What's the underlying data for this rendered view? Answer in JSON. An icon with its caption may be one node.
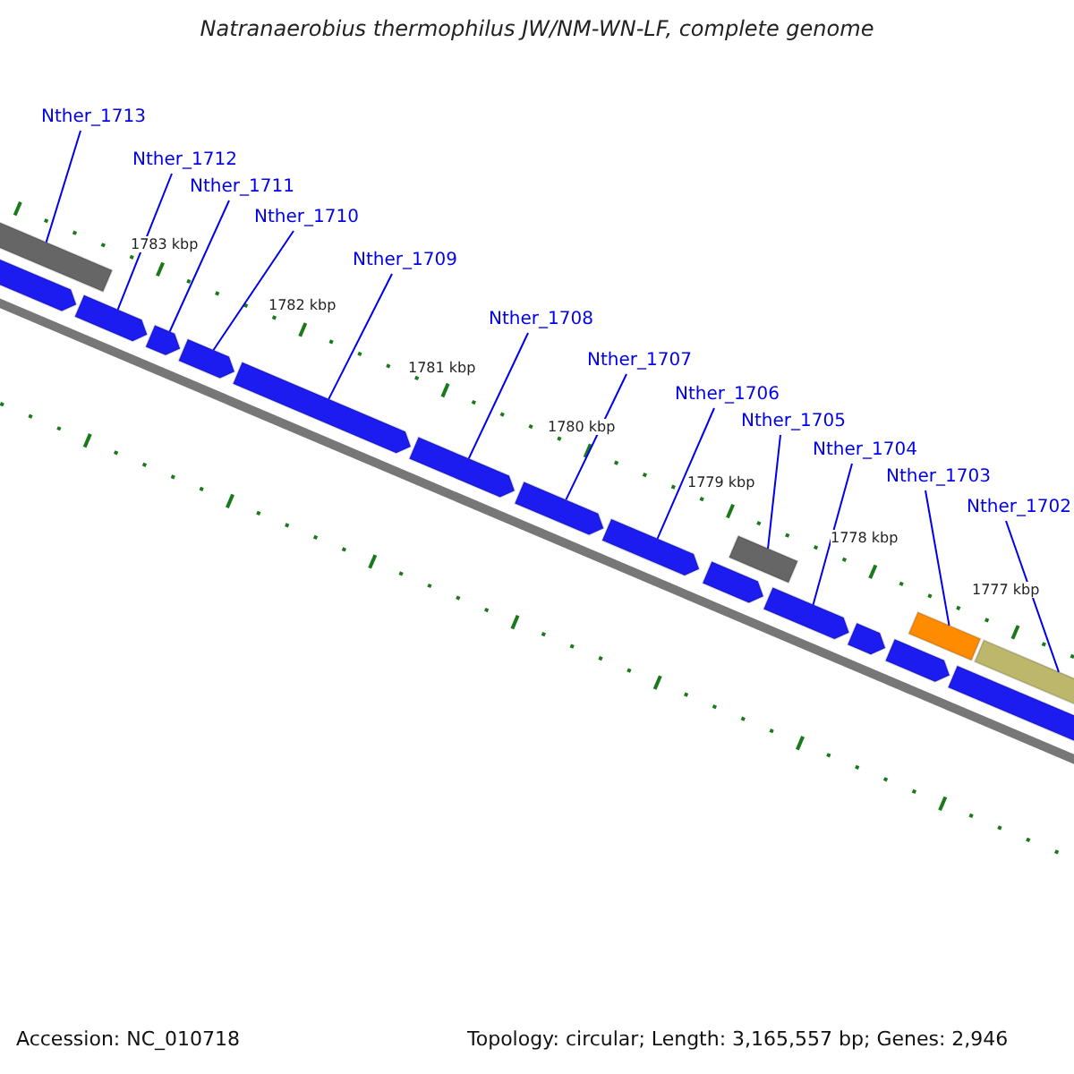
{
  "diagram": {
    "title": "Natranaerobius thermophilus JW/NM-WN-LF, complete genome",
    "nodes": [
      {
        "text": [
          "Nther_1713"
        ]
      },
      {
        "text": [
          "Nther_1712"
        ]
      },
      {
        "text": [
          "Nther_1711"
        ]
      },
      {
        "text": [
          "Nther_1710"
        ]
      },
      {
        "text": [
          "Nther_1709"
        ]
      },
      {
        "text": [
          "Nther_1708"
        ]
      },
      {
        "text": [
          "Nther_1707"
        ]
      },
      {
        "text": [
          "Nther_1706"
        ]
      },
      {
        "text": [
          "Nther_1705"
        ]
      },
      {
        "text": [
          "Nther_1704"
        ]
      },
      {
        "text": [
          "Nther_1703"
        ]
      },
      {
        "text": [
          "Nther_1702"
        ]
      },
      {
        "text": [],
        "shape": "bar"
      },
      {
        "text": [],
        "shape": "bar"
      },
      {
        "text": [],
        "shape": "bar"
      },
      {
        "text": [],
        "shape": "bar"
      },
      {
        "text": [],
        "shape": "bar"
      },
      {
        "text": [],
        "shape": "bar"
      },
      {
        "text": [],
        "shape": "bar"
      },
      {
        "text": [],
        "shape": "bar"
      },
      {
        "text": [],
        "shape": "bar"
      },
      {
        "text": [],
        "shape": "bar"
      },
      {
        "text": [],
        "shape": "bar"
      },
      {
        "text": [],
        "shape": "bar"
      },
      {
        "text": [],
        "shape": "bar"
      },
      {
        "text": [],
        "shape": "bar"
      },
      {
        "text": [],
        "shape": "bar"
      },
      {
        "text": [],
        "shape": "bar"
      },
      {
        "text": [],
        "shape": "bar"
      }
    ],
    "edges": [
      {
        "from": 0,
        "to": 12,
        "arrow": "none"
      },
      {
        "from": 1,
        "to": 14,
        "arrow": "none"
      },
      {
        "from": 2,
        "to": 15,
        "arrow": "none"
      },
      {
        "from": 3,
        "to": 16,
        "arrow": "none"
      },
      {
        "from": 4,
        "to": 17,
        "arrow": "none"
      },
      {
        "from": 5,
        "to": 18,
        "arrow": "none"
      },
      {
        "from": 6,
        "to": 19,
        "arrow": "none"
      },
      {
        "from": 7,
        "to": 20,
        "arrow": "none"
      },
      {
        "from": 8,
        "to": 22,
        "arrow": "none"
      },
      {
        "from": 9,
        "to": 23,
        "arrow": "none"
      },
      {
        "from": 10,
        "to": 26,
        "arrow": "none"
      },
      {
        "from": 11,
        "to": 28,
        "arrow": "none"
      }
    ],
    "labels": [
      "1783 kbp",
      "1782 kbp",
      "1781 kbp",
      "1780 kbp",
      "1779 kbp",
      "1778 kbp",
      "1777 kbp",
      "Accession: NC_010718",
      "Topology: circular; Length: 3,165,557 bp; Genes: 2,946"
    ]
  }
}
